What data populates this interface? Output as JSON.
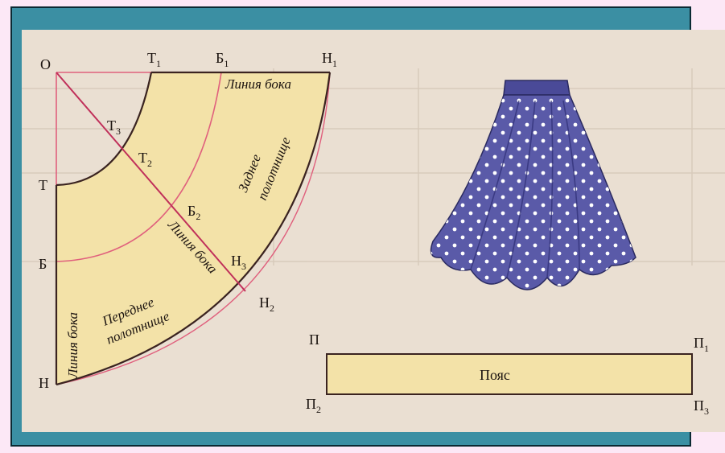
{
  "points": {
    "O": "О",
    "T1": "Т",
    "T1_sub": "1",
    "B1": "Б",
    "B1_sub": "1",
    "H1": "Н",
    "H1_sub": "1",
    "T": "Т",
    "T2": "Т",
    "T2_sub": "2",
    "T3": "Т",
    "T3_sub": "3",
    "B": "Б",
    "B2": "Б",
    "B2_sub": "2",
    "H3": "Н",
    "H3_sub": "3",
    "H2": "Н",
    "H2_sub": "2",
    "H": "Н",
    "P": "П",
    "P1": "П",
    "P1_sub": "1",
    "P2": "П",
    "P2_sub": "2",
    "P3": "П",
    "P3_sub": "3"
  },
  "labels": {
    "side_line_top": "Линия бока",
    "side_line_diag": "Линия бока",
    "side_line_left": "Линия бока",
    "back_panel_1": "Заднее",
    "back_panel_2": "полотнище",
    "front_panel_1": "Переднее",
    "front_panel_2": "полотнище",
    "waistband": "Пояс"
  },
  "colors": {
    "frame": "#3b8fa3",
    "paper": "#eadfd2",
    "pattern_fill": "#f3e2a8",
    "pink_line": "#e0607d",
    "skirt": "#5a5aa8",
    "dots": "#ffffff"
  }
}
